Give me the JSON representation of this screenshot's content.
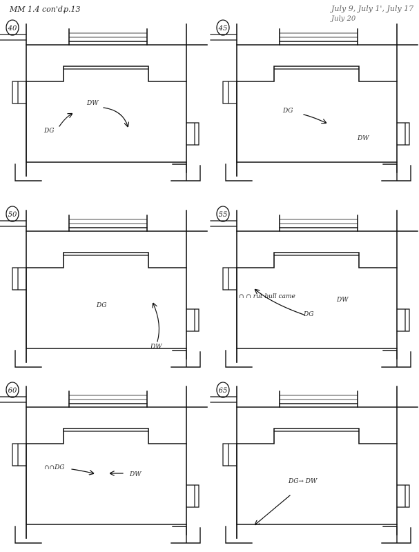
{
  "header": {
    "title": "MM 1.4 con'd.",
    "page": "p.13",
    "dates_line1": "July 9,  July 1', July 17",
    "dates_line2": "July 20"
  },
  "panels": [
    {
      "number": "40",
      "notes": [
        {
          "text": "DG"
        },
        {
          "text": "DW"
        }
      ]
    },
    {
      "number": "45",
      "notes": [
        {
          "text": "DG"
        },
        {
          "text": "DW"
        }
      ]
    },
    {
      "number": "50",
      "notes": [
        {
          "text": "DG"
        },
        {
          "text": "DW"
        }
      ]
    },
    {
      "number": "55",
      "notes": [
        {
          "text": "∩ ∩ rut bull came"
        },
        {
          "text": "DG"
        },
        {
          "text": "DW"
        }
      ]
    },
    {
      "number": "60",
      "notes": [
        {
          "text": "∩∩DG"
        },
        {
          "text": "DW"
        }
      ]
    },
    {
      "number": "65",
      "notes": [
        {
          "text": "DG→ DW"
        }
      ]
    }
  ]
}
